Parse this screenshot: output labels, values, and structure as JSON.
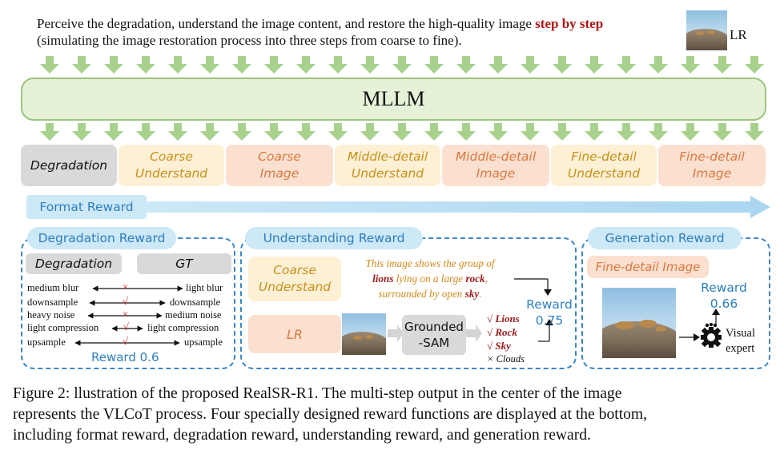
{
  "header": {
    "line1_pre": "Perceive the degradation, understand the image content, and restore the high-quality image",
    "line1_accent": "step by step",
    "line2": "(simulating the image restoration process into three steps from coarse to fine).",
    "lr_label": "LR"
  },
  "model_label": "MLLM",
  "steps": [
    {
      "line1": "Degradation",
      "line2": "",
      "kind": "degradation"
    },
    {
      "line1": "Coarse",
      "line2": "Understand",
      "kind": "understand"
    },
    {
      "line1": "Coarse",
      "line2": "Image",
      "kind": "image"
    },
    {
      "line1": "Middle-detail",
      "line2": "Understand",
      "kind": "understand"
    },
    {
      "line1": "Middle-detail",
      "line2": "Image",
      "kind": "image"
    },
    {
      "line1": "Fine-detail",
      "line2": "Understand",
      "kind": "understand"
    },
    {
      "line1": "Fine-detail",
      "line2": "Image",
      "kind": "image"
    }
  ],
  "format_reward": "Format Reward",
  "degradation_panel": {
    "title": "Degradation Reward",
    "chip_left": "Degradation",
    "chip_right": "GT",
    "rows": [
      {
        "left": "medium blur",
        "right": "light blur",
        "mark": "×"
      },
      {
        "left": "downsample",
        "right": "downsample",
        "mark": "√"
      },
      {
        "left": "heavy noise",
        "right": "medium noise",
        "mark": "×"
      },
      {
        "left": "light compression",
        "right": "light compression",
        "mark": "√"
      },
      {
        "left": "upsample",
        "right": "upsample",
        "mark": "√"
      }
    ],
    "reward": "Reward 0.6"
  },
  "understanding_panel": {
    "title": "Understanding Reward",
    "box_line1": "Coarse",
    "box_line2": "Understand",
    "desc_line1": "This image shows the group of",
    "desc_line2_key": "lions",
    "desc_line2_mid": " lying on a large ",
    "desc_line2_key2": "rock",
    "desc_line2_end": ",",
    "desc_line3_pre": "surrounded by open ",
    "desc_line3_key": "sky",
    "desc_line3_end": ".",
    "lr_box": "LR",
    "grounded_line1": "Grounded",
    "grounded_line2": "-SAM",
    "detections": [
      {
        "mark": "√",
        "label": "Lions"
      },
      {
        "mark": "√",
        "label": "Rock"
      },
      {
        "mark": "√",
        "label": "Sky"
      },
      {
        "mark": "×",
        "label": "Clouds"
      }
    ],
    "reward_label": "Reward",
    "reward_value": "0.75"
  },
  "generation_panel": {
    "title": "Generation Reward",
    "chip": "Fine-detail Image",
    "reward_label": "Reward",
    "reward_value": "0.66",
    "expert_line1": "Visual",
    "expert_line2": "expert"
  },
  "caption": {
    "line1": "Figure 2: llustration of the proposed RealSR-R1.  The multi-step output in the center of the image",
    "line2": "represents the VLCoT process. Four specially designed reward functions are displayed at the bottom,",
    "line3": "including format reward, degradation reward, understanding reward, and generation reward."
  },
  "colors": {
    "accent_red": "#b01515",
    "reward_blue": "#2d7fc0",
    "mllm_green": "#e6f2d8",
    "arrow_green": "#a9d18e",
    "understand_fill": "#fdf0d5",
    "image_fill": "#fbe0d0"
  }
}
